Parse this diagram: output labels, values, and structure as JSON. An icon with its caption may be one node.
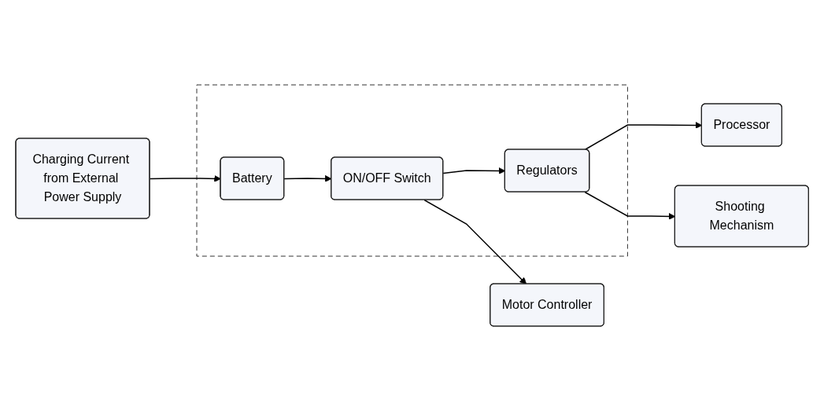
{
  "diagram": {
    "nodes": [
      {
        "text": [
          "Charging Current from External Power Supply"
        ]
      },
      {
        "text": [],
        "shape": "box"
      },
      {
        "text": [
          "Battery"
        ],
        "in": 1
      },
      {
        "text": [
          "ON/OFF Switch"
        ],
        "in": 1
      },
      {
        "text": [
          "Regulators"
        ],
        "in": 1
      },
      {
        "text": [
          "Motor Controller"
        ]
      },
      {
        "text": [
          "Processor"
        ]
      },
      {
        "text": [
          "Shooting Mechanism"
        ]
      }
    ],
    "edges": [
      {
        "from": 0,
        "to": 2,
        "arrow": "to"
      },
      {
        "from": 2,
        "to": 3,
        "arrow": "to"
      },
      {
        "from": 3,
        "to": 4,
        "arrow": "to"
      },
      {
        "from": 3,
        "to": 5,
        "arrow": "to"
      },
      {
        "from": 4,
        "to": 6,
        "arrow": "to"
      },
      {
        "from": 4,
        "to": 7,
        "arrow": "to"
      }
    ]
  }
}
